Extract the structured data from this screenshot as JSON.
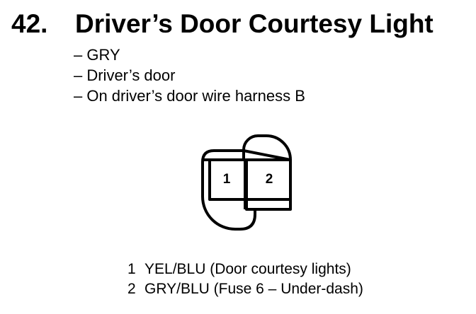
{
  "heading": {
    "number": "42.",
    "title": "Driver’s Door Courtesy Light"
  },
  "details": [
    "– GRY",
    "– Driver’s door",
    "– On driver’s door wire harness B"
  ],
  "connector": {
    "terminals": [
      "1",
      "2"
    ]
  },
  "pinout": [
    {
      "pin": "1",
      "description": "YEL/BLU (Door courtesy lights)"
    },
    {
      "pin": "2",
      "description": "GRY/BLU (Fuse 6 – Under-dash)"
    }
  ]
}
